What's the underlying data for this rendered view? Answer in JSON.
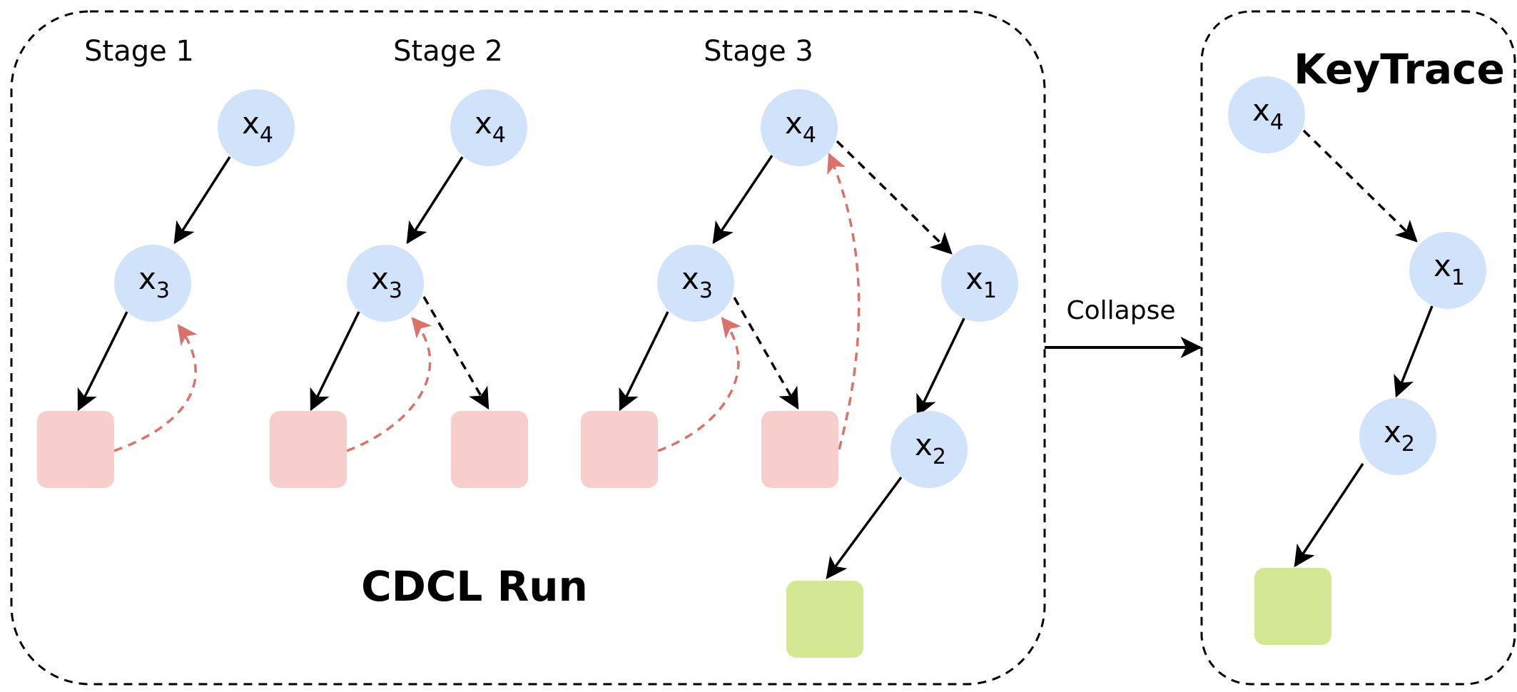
{
  "colors": {
    "variable_fill": "#D0E3FA",
    "conflict_fill": "#F8CECC",
    "solution_fill": "#D4E894",
    "edge_black": "#000000",
    "learn_edge_red": "#D9726B"
  },
  "panels": {
    "cdcl": {
      "title": "CDCL Run"
    },
    "keytrace": {
      "title": "KeyTrace"
    }
  },
  "transition": {
    "label": "Collapse"
  },
  "stages": [
    {
      "id": "s1",
      "title": "Stage 1"
    },
    {
      "id": "s2",
      "title": "Stage 2"
    },
    {
      "id": "s3",
      "title": "Stage 3"
    }
  ],
  "nodes": [
    {
      "id": "s1_x4",
      "kind": "variable",
      "var": "x",
      "sub": "4",
      "group": "s1"
    },
    {
      "id": "s1_x3",
      "kind": "variable",
      "var": "x",
      "sub": "3",
      "group": "s1"
    },
    {
      "id": "s1_c1",
      "kind": "conflict",
      "group": "s1"
    },
    {
      "id": "s2_x4",
      "kind": "variable",
      "var": "x",
      "sub": "4",
      "group": "s2"
    },
    {
      "id": "s2_x3",
      "kind": "variable",
      "var": "x",
      "sub": "3",
      "group": "s2"
    },
    {
      "id": "s2_c1",
      "kind": "conflict",
      "group": "s2"
    },
    {
      "id": "s2_c2",
      "kind": "conflict",
      "group": "s2"
    },
    {
      "id": "s3_x4",
      "kind": "variable",
      "var": "x",
      "sub": "4",
      "group": "s3"
    },
    {
      "id": "s3_x3",
      "kind": "variable",
      "var": "x",
      "sub": "3",
      "group": "s3"
    },
    {
      "id": "s3_c1",
      "kind": "conflict",
      "group": "s3"
    },
    {
      "id": "s3_c2",
      "kind": "conflict",
      "group": "s3"
    },
    {
      "id": "s3_x1",
      "kind": "variable",
      "var": "x",
      "sub": "1",
      "group": "s3"
    },
    {
      "id": "s3_x2",
      "kind": "variable",
      "var": "x",
      "sub": "2",
      "group": "s3"
    },
    {
      "id": "s3_sat",
      "kind": "solution",
      "group": "s3"
    },
    {
      "id": "kt_x4",
      "kind": "variable",
      "var": "x",
      "sub": "4",
      "group": "kt"
    },
    {
      "id": "kt_x1",
      "kind": "variable",
      "var": "x",
      "sub": "1",
      "group": "kt"
    },
    {
      "id": "kt_x2",
      "kind": "variable",
      "var": "x",
      "sub": "2",
      "group": "kt"
    },
    {
      "id": "kt_sat",
      "kind": "solution",
      "group": "kt"
    }
  ],
  "edges": [
    {
      "from": "s1_x4",
      "to": "s1_x3",
      "style": "solid"
    },
    {
      "from": "s1_x3",
      "to": "s1_c1",
      "style": "solid"
    },
    {
      "from": "s1_c1",
      "to": "s1_x3",
      "style": "backtrack"
    },
    {
      "from": "s2_x4",
      "to": "s2_x3",
      "style": "solid"
    },
    {
      "from": "s2_x3",
      "to": "s2_c1",
      "style": "solid"
    },
    {
      "from": "s2_c1",
      "to": "s2_x3",
      "style": "backtrack"
    },
    {
      "from": "s2_x3",
      "to": "s2_c2",
      "style": "dashed"
    },
    {
      "from": "s3_x4",
      "to": "s3_x3",
      "style": "solid"
    },
    {
      "from": "s3_x3",
      "to": "s3_c1",
      "style": "solid"
    },
    {
      "from": "s3_c1",
      "to": "s3_x3",
      "style": "backtrack"
    },
    {
      "from": "s3_x3",
      "to": "s3_c2",
      "style": "dashed"
    },
    {
      "from": "s3_c2",
      "to": "s3_x4",
      "style": "backtrack"
    },
    {
      "from": "s3_x4",
      "to": "s3_x1",
      "style": "dashed"
    },
    {
      "from": "s3_x1",
      "to": "s3_x2",
      "style": "solid"
    },
    {
      "from": "s3_x2",
      "to": "s3_sat",
      "style": "solid"
    },
    {
      "from": "kt_x4",
      "to": "kt_x1",
      "style": "dashed"
    },
    {
      "from": "kt_x1",
      "to": "kt_x2",
      "style": "solid"
    },
    {
      "from": "kt_x2",
      "to": "kt_sat",
      "style": "solid"
    }
  ]
}
